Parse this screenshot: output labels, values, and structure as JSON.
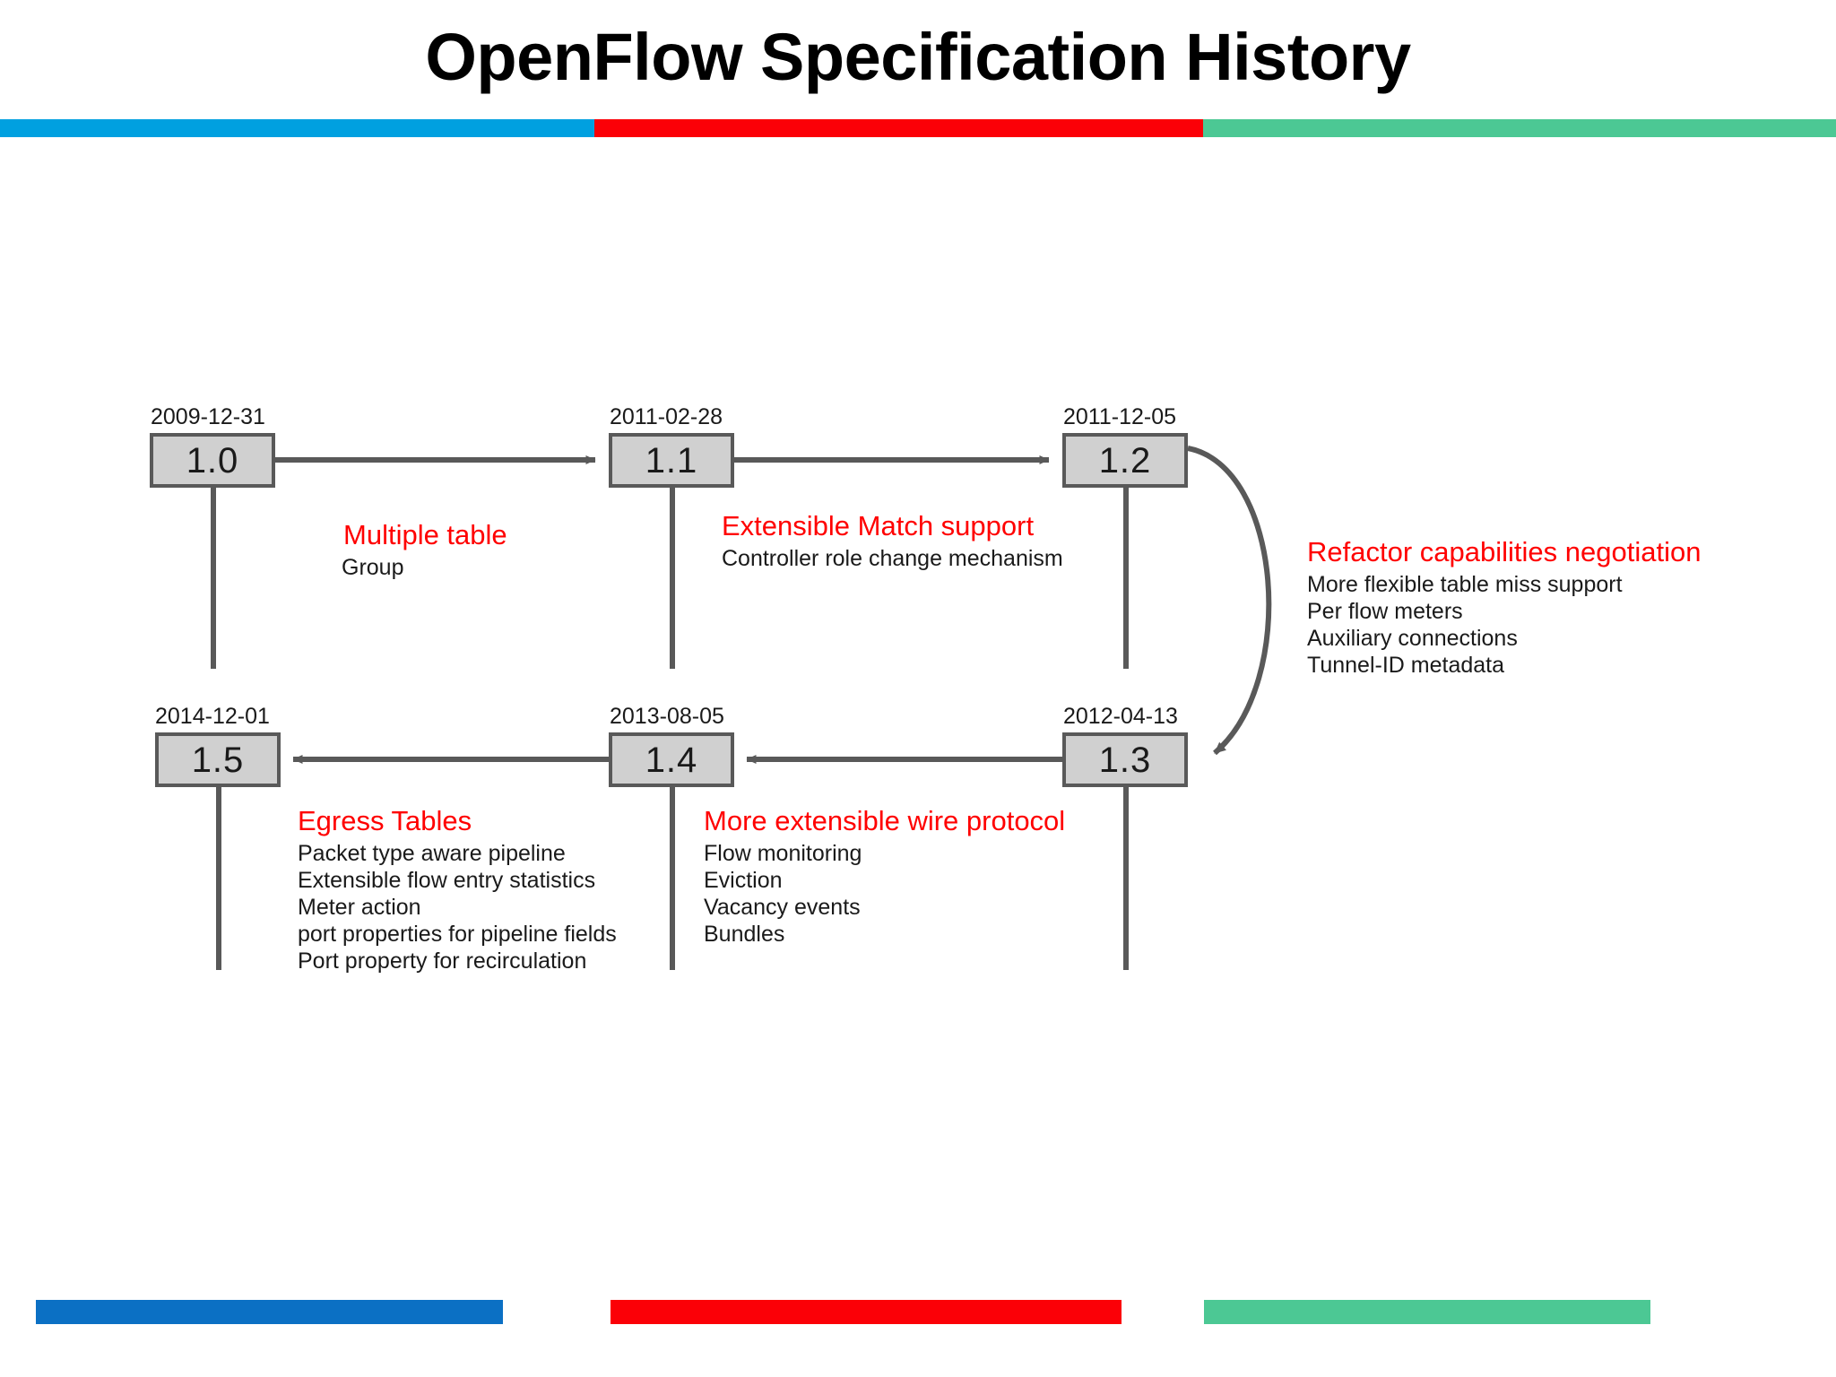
{
  "slide": {
    "title": "OpenFlow Specification History",
    "header_rule": {
      "segments": [
        {
          "name": "blue",
          "color": "#00a0e0"
        },
        {
          "name": "red",
          "color": "#fb0007"
        },
        {
          "name": "green",
          "color": "#4cc894"
        }
      ]
    },
    "footer_bars": [
      {
        "name": "blue",
        "color": "#0b70c4"
      },
      {
        "name": "red",
        "color": "#fb0007"
      },
      {
        "name": "green",
        "color": "#4cc894"
      }
    ]
  },
  "colors": {
    "accent_red": "#ff0000",
    "node_fill": "#d0d0d0",
    "node_border": "#595959",
    "connector": "#595959",
    "body_text": "#1a1a1a",
    "header_blue": "#00a0e0",
    "header_red": "#fb0007",
    "header_green": "#4cc894",
    "footer_blue": "#0b70c4"
  },
  "diagram": {
    "type": "timeline-flow",
    "nodes": [
      {
        "id": "v10",
        "version": "1.0",
        "date": "2009-12-31"
      },
      {
        "id": "v11",
        "version": "1.1",
        "date": "2011-02-28"
      },
      {
        "id": "v12",
        "version": "1.2",
        "date": "2011-12-05"
      },
      {
        "id": "v13",
        "version": "1.3",
        "date": "2012-04-13"
      },
      {
        "id": "v14",
        "version": "1.4",
        "date": "2013-08-05"
      },
      {
        "id": "v15",
        "version": "1.5",
        "date": "2014-12-01"
      }
    ],
    "edges": [
      {
        "from": "v10",
        "to": "v11",
        "style": "straight-right"
      },
      {
        "from": "v11",
        "to": "v12",
        "style": "straight-right"
      },
      {
        "from": "v12",
        "to": "v13",
        "style": "curve-down-right"
      },
      {
        "from": "v13",
        "to": "v14",
        "style": "straight-left"
      },
      {
        "from": "v14",
        "to": "v15",
        "style": "straight-left"
      }
    ],
    "annotations": [
      {
        "id": "a10",
        "for": "v10",
        "headline": "Multiple table",
        "items": [
          "Group"
        ]
      },
      {
        "id": "a11",
        "for": "v11",
        "headline": "Extensible Match support",
        "items": [
          "Controller role change mechanism"
        ]
      },
      {
        "id": "a12",
        "for": "v12",
        "headline": "Refactor capabilities negotiation",
        "items": [
          "More flexible table miss support",
          "Per flow meters",
          "Auxiliary connections",
          "Tunnel-ID metadata"
        ]
      },
      {
        "id": "a13",
        "for": "v13",
        "headline": "More extensible wire protocol",
        "items": [
          "Flow monitoring",
          "Eviction",
          "Vacancy events",
          "Bundles"
        ]
      },
      {
        "id": "a15",
        "for": "v15",
        "headline": "Egress Tables",
        "items": [
          "Packet type aware pipeline",
          "Extensible flow entry statistics",
          "Meter action",
          "port properties for pipeline fields",
          "Port property for recirculation"
        ]
      }
    ]
  }
}
